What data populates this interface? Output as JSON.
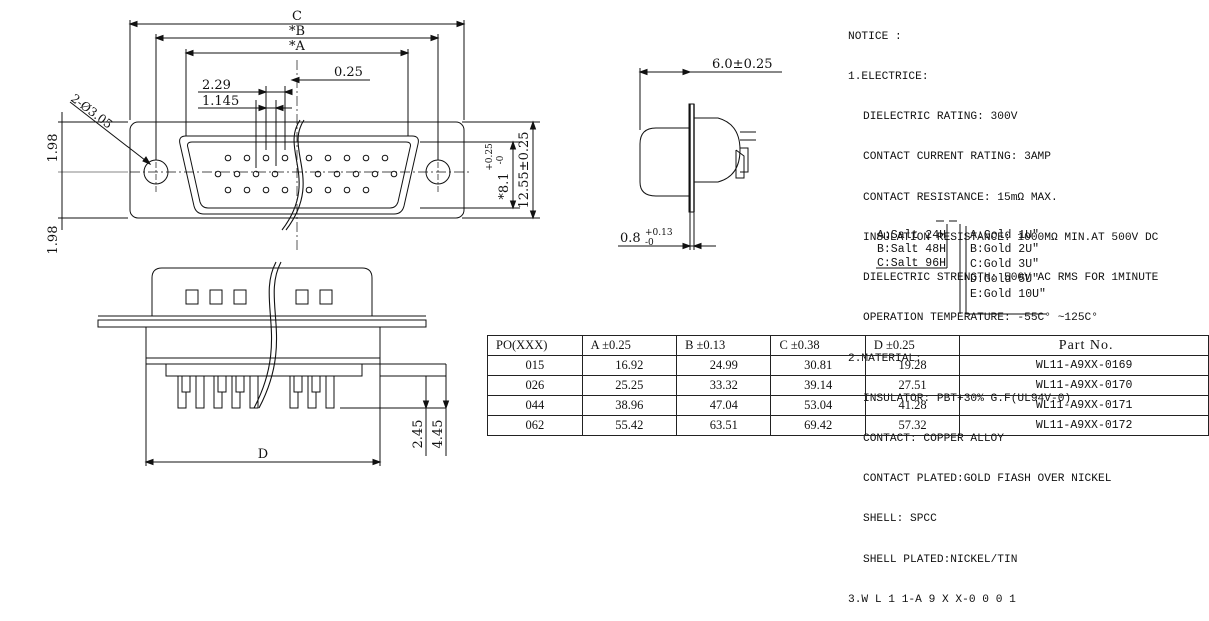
{
  "dims": {
    "C": "C",
    "B": "*B",
    "A": "*A",
    "d025": "0.25",
    "d229": "2.29",
    "d1145": "1.145",
    "hole": "2-Ø3.05",
    "d198a": "1.98",
    "d198b": "1.98",
    "h81": "*8.1",
    "h81_tol_plus": "+0.25",
    "h81_tol_minus": "-0",
    "h1255": "12.55±0.25",
    "side_w": "6.0±0.25",
    "side_t": "0.8",
    "side_t_tol_plus": "+0.13",
    "side_t_tol_minus": "-0",
    "D": "D",
    "d245": "2.45",
    "d445": "4.45"
  },
  "notice": {
    "lines": [
      {
        "text": "NOTICE :",
        "indent": false
      },
      {
        "text": "1.ELECTRICE:",
        "indent": false
      },
      {
        "text": "DIELECTRIC RATING: 300V",
        "indent": true
      },
      {
        "text": "CONTACT CURRENT RATING: 3AMP",
        "indent": true
      },
      {
        "text": "CONTACT RESISTANCE: 15mΩ MAX.",
        "indent": true
      },
      {
        "text": "INSULATION RESISTANCE: 1000MΩ MIN.AT 500V DC",
        "indent": true
      },
      {
        "text": "DIELECTRIC STRENGTH: 500V AC RMS FOR 1MINUTE",
        "indent": true
      },
      {
        "text": "OPERATION TEMPERATURE: -55C° ~125C°",
        "indent": true
      },
      {
        "text": "2.MATERIAL:",
        "indent": false
      },
      {
        "text": "INSULATOR: PBT+30% G.F(UL94V-0)",
        "indent": true
      },
      {
        "text": "CONTACT: COPPER ALLOY",
        "indent": true
      },
      {
        "text": "CONTACT PLATED:GOLD FIASH OVER NICKEL",
        "indent": true
      },
      {
        "text": "SHELL: SPCC",
        "indent": true
      },
      {
        "text": "SHELL PLATED:NICKEL/TIN",
        "indent": true
      }
    ],
    "code": "3.W L 1 1-A 9 X X-0 0 0 1",
    "salt": [
      "A:Salt 24H",
      "B:Salt 48H",
      "C:Salt 96H"
    ],
    "gold": [
      "A:Gold 1U\"",
      "B:Gold 2U\"",
      "C:Gold 3U\"",
      "D:Gold 5U\"",
      "E:Gold 10U\""
    ]
  },
  "table": {
    "headers": [
      "PO(XXX)",
      "A ±0.25",
      "B ±0.13",
      "C ±0.38",
      "D ±0.25",
      "Part   No."
    ],
    "rows": [
      [
        "015",
        "16.92",
        "24.99",
        "30.81",
        "19.28",
        "WL11-A9XX-0169"
      ],
      [
        "026",
        "25.25",
        "33.32",
        "39.14",
        "27.51",
        "WL11-A9XX-0170"
      ],
      [
        "044",
        "38.96",
        "47.04",
        "53.04",
        "41.28",
        "WL11-A9XX-0171"
      ],
      [
        "062",
        "55.42",
        "63.51",
        "69.42",
        "57.32",
        "WL11-A9XX-0172"
      ]
    ]
  }
}
